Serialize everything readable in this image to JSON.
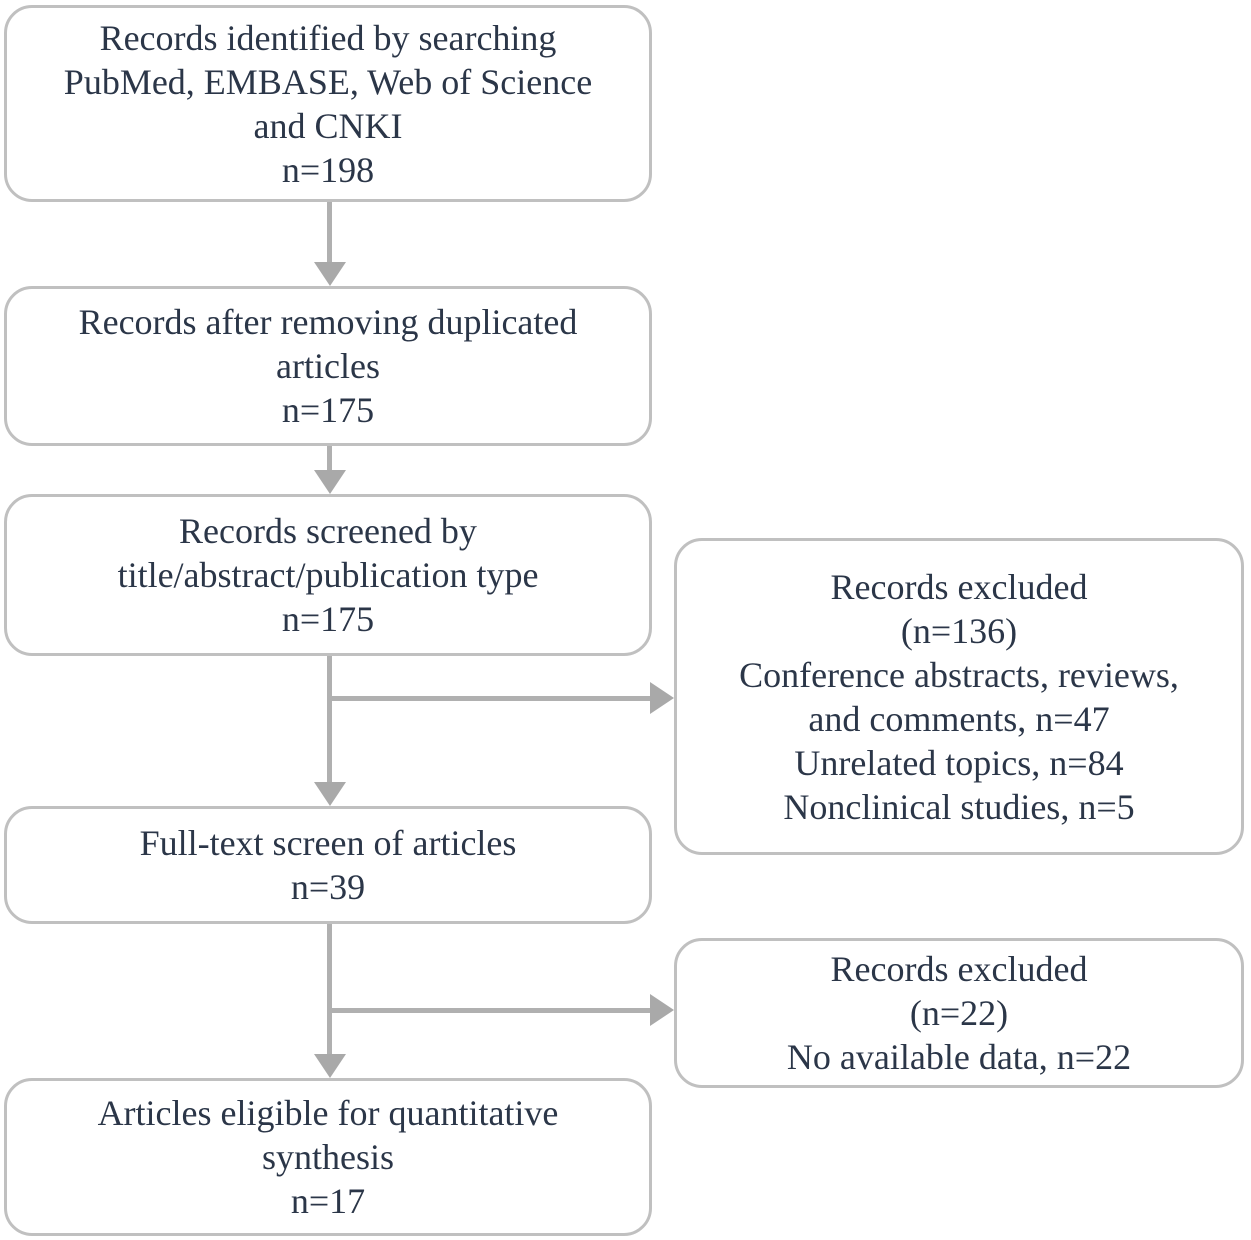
{
  "diagram": {
    "type": "prisma-flow-diagram",
    "colors": {
      "text": "#2b3648",
      "box_border": "#c0c0c0",
      "arrow": "#a9a9a9",
      "background": "#ffffff"
    },
    "boxes": {
      "identified": {
        "lines": {
          "0": "Records identified by searching",
          "1": "PubMed, EMBASE, Web of Science",
          "2": "and CNKI",
          "3": "n=198"
        },
        "n": 198
      },
      "deduplicated": {
        "lines": {
          "0": "Records after removing duplicated",
          "1": "articles",
          "2": "n=175"
        },
        "n": 175
      },
      "screened": {
        "lines": {
          "0": "Records screened by",
          "1": "title/abstract/publication type",
          "2": "n=175"
        },
        "n": 175
      },
      "excluded_screening": {
        "lines": {
          "0": "Records excluded",
          "1": "(n=136)",
          "2": "Conference abstracts, reviews,",
          "3": "and comments, n=47",
          "4": "Unrelated topics, n=84",
          "5": "Nonclinical studies, n=5"
        },
        "n": 136
      },
      "fulltext": {
        "lines": {
          "0": "Full-text screen of articles",
          "1": "n=39"
        },
        "n": 39
      },
      "excluded_fulltext": {
        "lines": {
          "0": "Records excluded",
          "1": "(n=22)",
          "2": "No available data, n=22"
        },
        "n": 22
      },
      "eligible": {
        "lines": {
          "0": "Articles eligible for quantitative",
          "1": "synthesis",
          "2": "n=17"
        },
        "n": 17
      }
    }
  }
}
